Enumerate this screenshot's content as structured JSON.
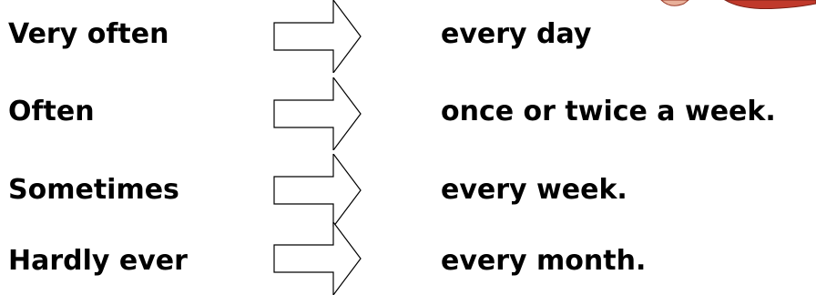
{
  "rows": [
    {
      "term": "Very often",
      "meaning": "every day"
    },
    {
      "term": "Often",
      "meaning": "once or twice a week."
    },
    {
      "term": "Sometimes",
      "meaning": "every week."
    },
    {
      "term": "Hardly ever",
      "meaning": "every month."
    }
  ],
  "colors": {
    "text": "#000000",
    "arrow_stroke": "#000000",
    "arrow_fill": "#ffffff",
    "corner_art": "#c0392b"
  },
  "icons": {
    "arrow": "right-arrow-outline-icon",
    "corner": "cartoon-figure-fragment"
  }
}
